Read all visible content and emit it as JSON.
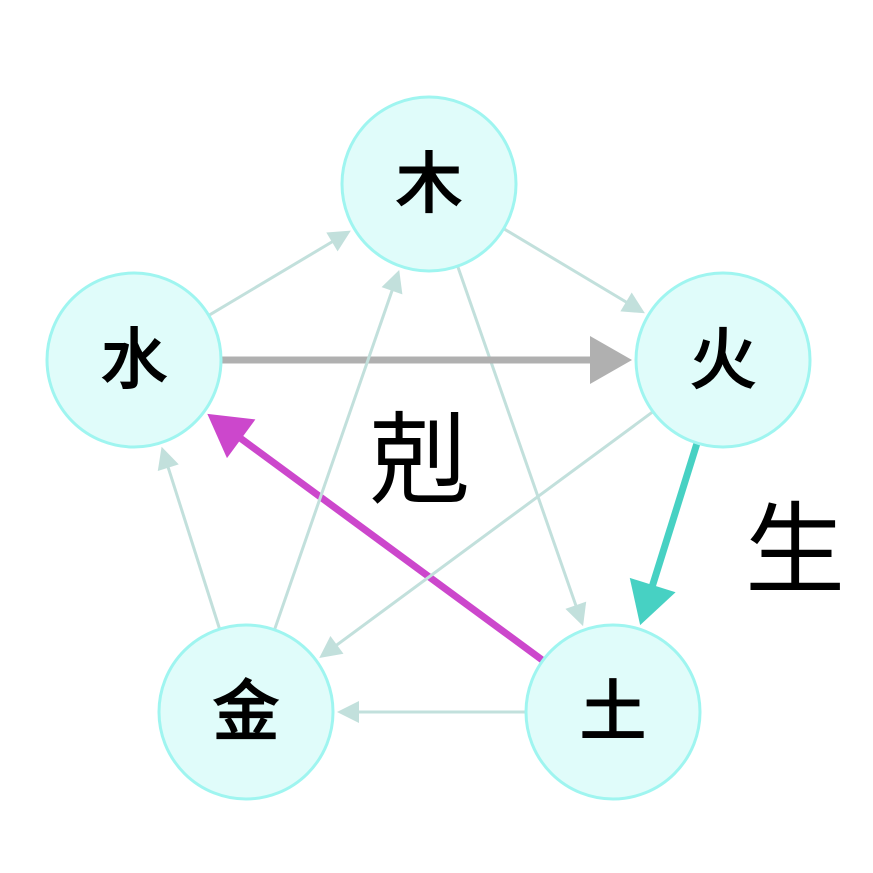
{
  "diagram": {
    "nodes": [
      {
        "id": "wood",
        "label": "木"
      },
      {
        "id": "fire",
        "label": "火"
      },
      {
        "id": "earth",
        "label": "土"
      },
      {
        "id": "metal",
        "label": "金"
      },
      {
        "id": "water",
        "label": "水"
      }
    ],
    "labels": {
      "overcoming": "剋",
      "generating": "生"
    },
    "edges": [
      {
        "from": "wood",
        "to": "fire",
        "kind": "generating"
      },
      {
        "from": "fire",
        "to": "earth",
        "kind": "generating",
        "highlight": "teal"
      },
      {
        "from": "earth",
        "to": "metal",
        "kind": "generating"
      },
      {
        "from": "metal",
        "to": "water",
        "kind": "generating"
      },
      {
        "from": "water",
        "to": "wood",
        "kind": "generating"
      },
      {
        "from": "wood",
        "to": "earth",
        "kind": "overcoming"
      },
      {
        "from": "earth",
        "to": "water",
        "kind": "overcoming",
        "highlight": "magenta"
      },
      {
        "from": "water",
        "to": "fire",
        "kind": "overcoming",
        "highlight": "gray"
      },
      {
        "from": "fire",
        "to": "metal",
        "kind": "overcoming"
      },
      {
        "from": "metal",
        "to": "wood",
        "kind": "overcoming"
      }
    ],
    "colors": {
      "node_fill": "#e0fcfa",
      "node_stroke": "#9ff5f0",
      "edge_default": "#c2e0dc",
      "teal": "#47d1c3",
      "magenta": "#cc47cc",
      "gray": "#b0b0b0"
    }
  }
}
